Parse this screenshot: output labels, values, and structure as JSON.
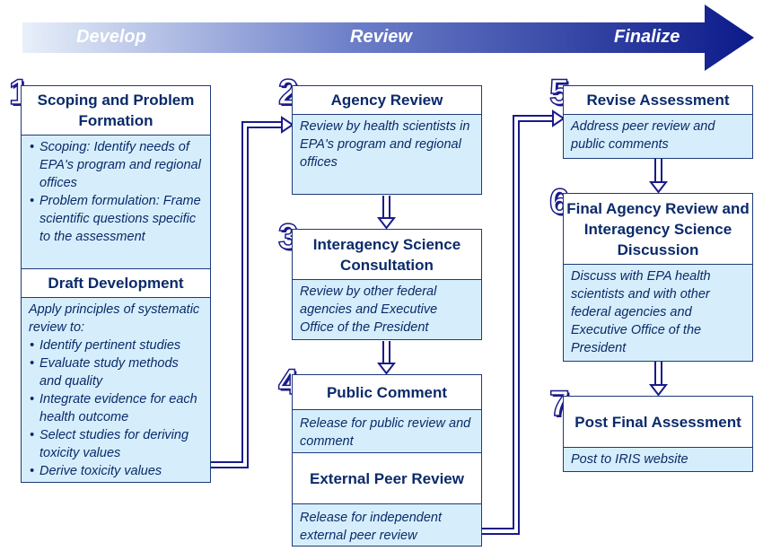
{
  "phases": {
    "develop": "Develop",
    "review": "Review",
    "finalize": "Finalize"
  },
  "steps": {
    "s1": {
      "num": "1",
      "title": "Scoping and Problem Formation",
      "bullets": [
        "Scoping: Identify needs of EPA's program and regional offices",
        "Problem formulation: Frame scientific questions specific to the assessment"
      ]
    },
    "draft": {
      "title": "Draft Development",
      "intro": "Apply principles of systematic review to:",
      "bullets": [
        "Identify pertinent studies",
        "Evaluate study methods and quality",
        "Integrate evidence for each health outcome",
        "Select studies for deriving toxicity values",
        "Derive toxicity values"
      ]
    },
    "s2": {
      "num": "2",
      "title": "Agency Review",
      "text": "Review by health scientists in EPA's program and regional offices"
    },
    "s3": {
      "num": "3",
      "title": "Interagency Science Consultation",
      "text": "Review by other federal agencies and Executive Office of the President"
    },
    "s4": {
      "num": "4",
      "title": "Public Comment",
      "text": "Release for public review and comment"
    },
    "peer": {
      "title": "External Peer Review",
      "text": "Release for independent external peer review"
    },
    "s5": {
      "num": "5",
      "title": "Revise Assessment",
      "text": "Address peer review and public comments"
    },
    "s6": {
      "num": "6",
      "title": "Final Agency Review and Interagency Science Discussion",
      "text": "Discuss with EPA health scientists and with other federal agencies and Executive Office of the President"
    },
    "s7": {
      "num": "7",
      "title": "Post Final Assessment",
      "text": "Post to IRIS website"
    }
  },
  "colors": {
    "banner_light": "#e8f0fa",
    "banner_dark": "#0b1a8a",
    "box_fill": "#d6eefb",
    "text": "#0a2a6a",
    "connector": "#1a1a8c"
  }
}
